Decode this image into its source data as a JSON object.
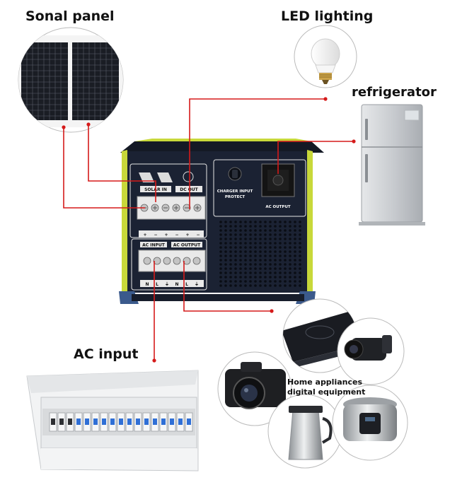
{
  "labels": {
    "solar_panel": "Sonal panel",
    "led_lighting": "LED lighting",
    "refrigerator": "refrigerator",
    "ac_input": "AC input",
    "home_appliances_line1": "Home appliances",
    "home_appliances_line2": "digital equipment"
  },
  "inverter": {
    "solar_in": "SOLAR IN",
    "dc_out": "DC OUT",
    "charger_input_protect_line1": "CHARGER INPUT",
    "charger_input_protect_line2": "PROTECT",
    "ac_output_socket": "AC OUTPUT",
    "ac_input": "AC INPUT",
    "ac_output": "AC OUTPUT",
    "polarity": [
      "+",
      "−",
      "+",
      "−",
      "+",
      "−"
    ],
    "bottom_terminals": [
      "N",
      "L",
      "⏚",
      "N",
      "L",
      "⏚"
    ]
  },
  "colors": {
    "wire": "#d51a1a",
    "inverter_body": "#1b2233",
    "inverter_trim": "#c8d83a"
  }
}
